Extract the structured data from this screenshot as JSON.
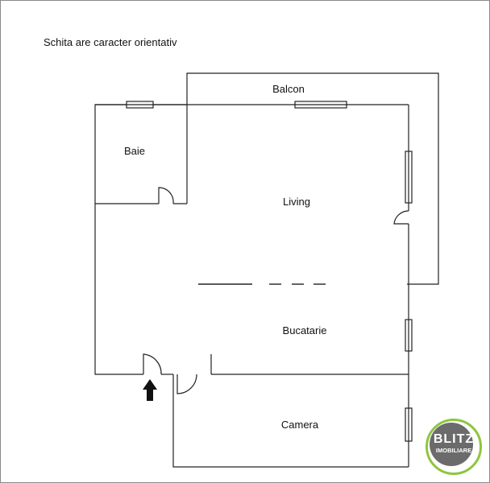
{
  "note": "Schita are caracter orientativ",
  "rooms": {
    "balcon": "Balcon",
    "baie": "Baie",
    "living": "Living",
    "bucatarie": "Bucatarie",
    "camera": "Camera"
  },
  "logo": {
    "line1": "BLITZ",
    "line2": "IMOBILIARE",
    "ring_color": "#8dc63f"
  }
}
